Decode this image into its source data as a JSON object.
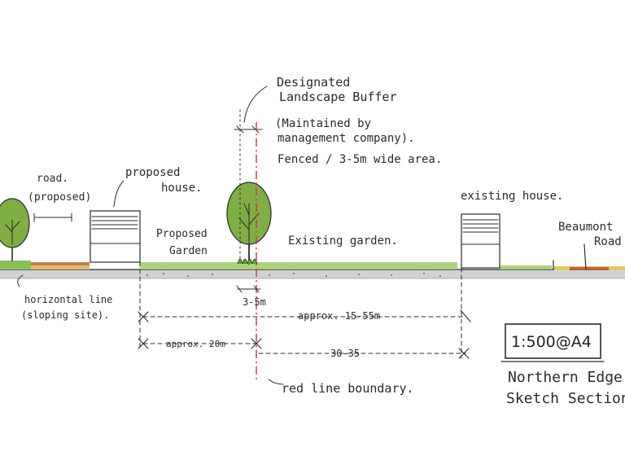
{
  "colors": {
    "ground": "#cfcfcf",
    "grass": "#8bbf5a",
    "tree_canopy": "#7fae45",
    "soil": "#b5653d",
    "sand": "#e4c46a",
    "red_line": "#d23a3a",
    "ink": "#2b2b2b"
  },
  "labels": {
    "buffer_title_1": "Designated",
    "buffer_title_2": "Landscape Buffer",
    "maintained_1": "(Maintained by",
    "maintained_2": "management company).",
    "fenced": "Fenced / 3-5m wide area.",
    "road_1": "road.",
    "road_2": "(proposed)",
    "proposed_house_1": "proposed",
    "proposed_house_2": "house.",
    "proposed_garden_1": "Proposed",
    "proposed_garden_2": "Garden",
    "existing_garden": "Existing garden.",
    "existing_house": "existing house.",
    "beaumont_1": "Beaumont",
    "beaumont_2": "Road",
    "horizontal_1": "horizontal line",
    "horizontal_2": "(sloping site).",
    "buffer_width": "3-5m",
    "approx_15_55": "approx. 15-55m",
    "approx_20": "approx. 20m",
    "range_30_35": "30-35",
    "red_line_boundary": "red line boundary.",
    "scale": "1:500@A4",
    "title_1": "Northern Edge",
    "title_2": "Sketch Section"
  }
}
